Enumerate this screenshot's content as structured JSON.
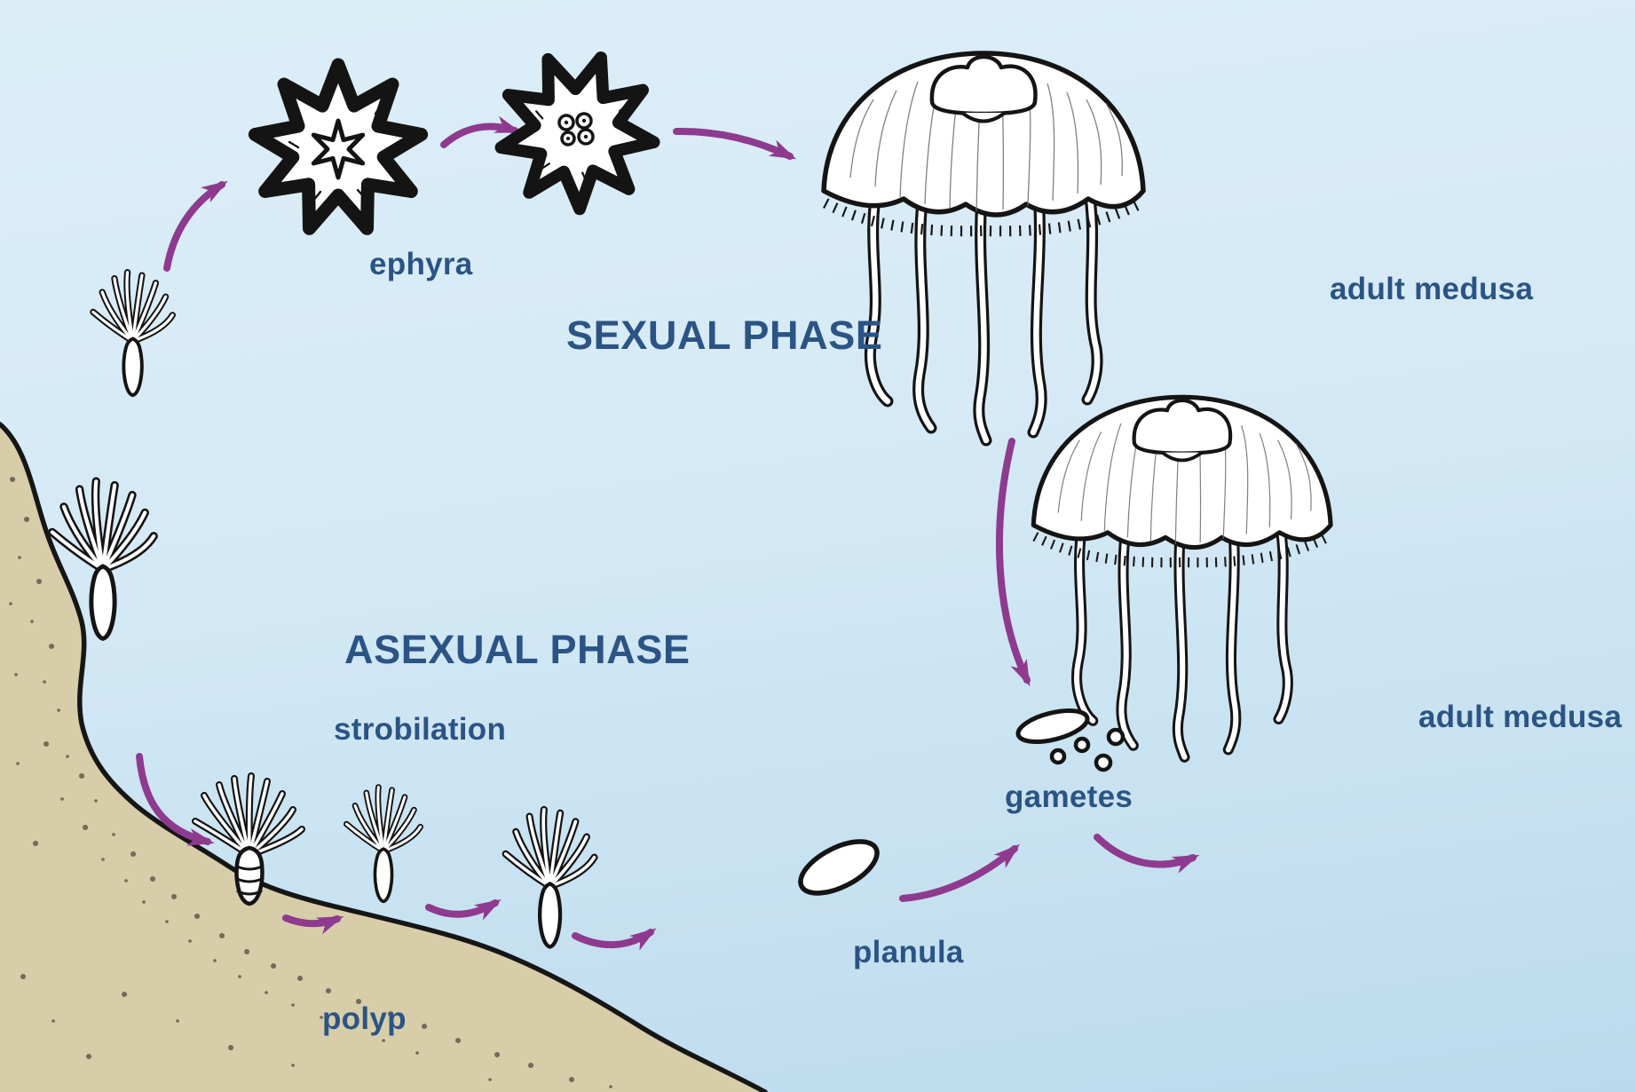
{
  "figure": {
    "type": "life-cycle-diagram",
    "subject": "jellyfish life cycle",
    "phase_headings": {
      "sexual": "SEXUAL PHASE",
      "asexual": "ASEXUAL PHASE"
    },
    "stage_labels": {
      "ephyra": "ephyra",
      "adult_medusa_top": "adult medusa",
      "adult_medusa_right": "adult medusa",
      "strobilation": "strobilation",
      "gametes": "gametes",
      "planula": "planula",
      "polyp": "polyp"
    },
    "flow_arrows": [
      {
        "from": "polyp",
        "to": "ephyra"
      },
      {
        "from": "ephyra",
        "to": "ephyra"
      },
      {
        "from": "ephyra",
        "to": "adult medusa"
      },
      {
        "from": "adult medusa",
        "to": "gametes"
      },
      {
        "from": "polyp",
        "to": "strobilation"
      },
      {
        "from": "strobilation",
        "to": "polyp"
      },
      {
        "from": "polyp",
        "to": "polyp"
      },
      {
        "from": "polyp",
        "to": "planula"
      },
      {
        "from": "planula",
        "to": "gametes"
      },
      {
        "from": "gametes",
        "to": "adult medusa"
      }
    ],
    "colors": {
      "label_text": "#2b5484",
      "arrow": "#8e3a8e",
      "sand": "#d8cda9",
      "speckle": "#5b5343",
      "water_top": "#dbeef8",
      "water_bottom": "#bcdaee",
      "outline": "#141414",
      "organism_fill": "#ffffff"
    }
  }
}
